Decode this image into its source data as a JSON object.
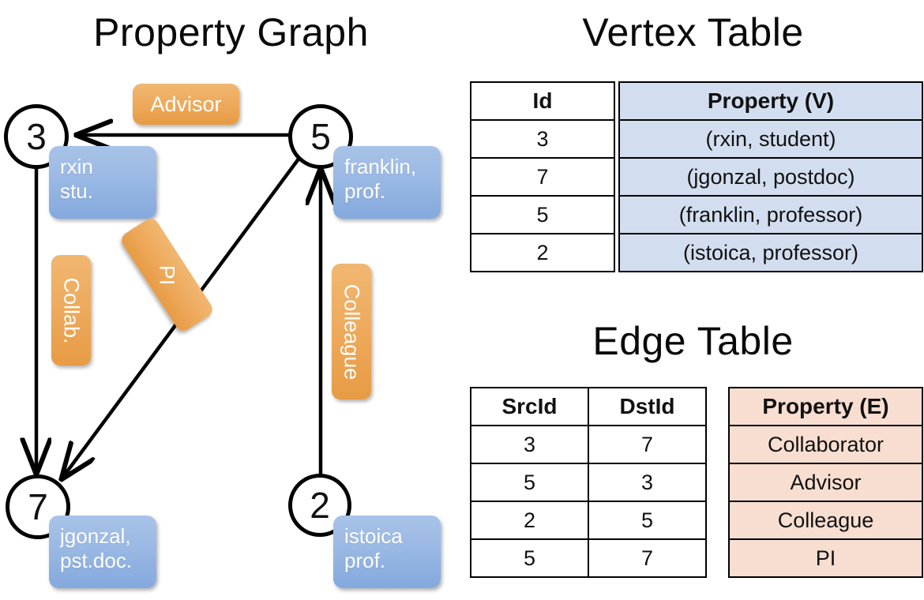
{
  "titles": {
    "property_graph": "Property Graph",
    "vertex_table": "Vertex Table",
    "edge_table": "Edge Table"
  },
  "graph": {
    "nodes": [
      {
        "id": "3",
        "property_line1": "rxin",
        "property_line2": "stu."
      },
      {
        "id": "5",
        "property_line1": "franklin,",
        "property_line2": "prof."
      },
      {
        "id": "7",
        "property_line1": "jgonzal,",
        "property_line2": "pst.doc."
      },
      {
        "id": "2",
        "property_line1": "istoica",
        "property_line2": "prof."
      }
    ],
    "edge_labels": [
      {
        "name": "advisor",
        "text": "Advisor"
      },
      {
        "name": "collab",
        "text": "Collab."
      },
      {
        "name": "pi",
        "text": "PI"
      },
      {
        "name": "colleague",
        "text": "Colleague"
      }
    ],
    "edges": [
      {
        "src": "5",
        "dst": "3",
        "label": "Advisor"
      },
      {
        "src": "3",
        "dst": "7",
        "label": "Collab."
      },
      {
        "src": "5",
        "dst": "7",
        "label": "PI"
      },
      {
        "src": "2",
        "dst": "5",
        "label": "Colleague"
      }
    ]
  },
  "vertex_table": {
    "headers": {
      "id": "Id",
      "property": "Property (V)"
    },
    "rows": [
      {
        "id": "3",
        "property": "(rxin, student)"
      },
      {
        "id": "7",
        "property": "(jgonzal, postdoc)"
      },
      {
        "id": "5",
        "property": "(franklin, professor)"
      },
      {
        "id": "2",
        "property": "(istoica, professor)"
      }
    ]
  },
  "edge_table": {
    "headers": {
      "src": "SrcId",
      "dst": "DstId",
      "property": "Property (E)"
    },
    "rows": [
      {
        "src": "3",
        "dst": "7",
        "property": "Collaborator"
      },
      {
        "src": "5",
        "dst": "3",
        "property": "Advisor"
      },
      {
        "src": "2",
        "dst": "5",
        "property": "Colleague"
      },
      {
        "src": "5",
        "dst": "7",
        "property": "PI"
      }
    ]
  },
  "colors": {
    "vertex_property_fill": "#d2deef",
    "edge_property_fill": "#f7ded0",
    "node_box_blue": "#9bb9e4",
    "edge_label_orange": "#eeab5e",
    "stroke": "#000000",
    "background": "#ffffff"
  }
}
